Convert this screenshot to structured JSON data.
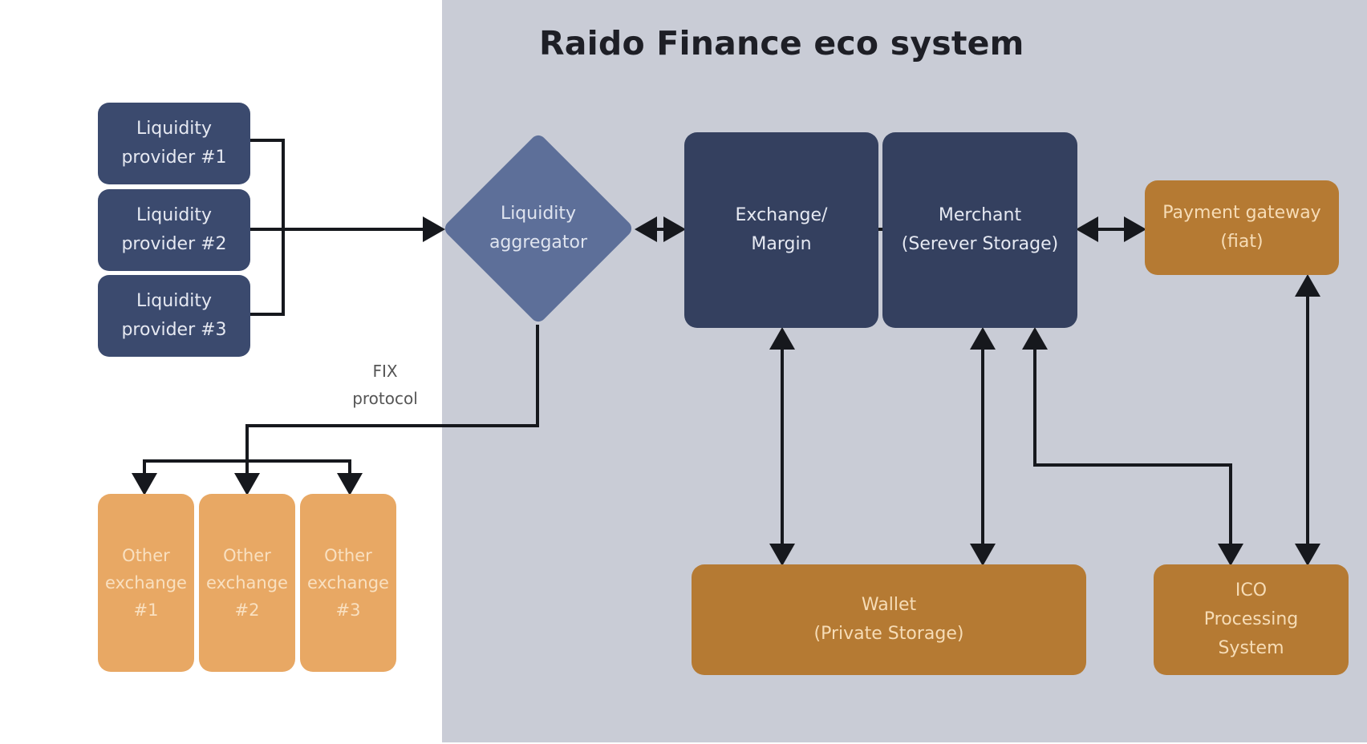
{
  "diagram": {
    "title": "Raido Finance eco system",
    "nodes": {
      "liquidity_provider_1": "Liquidity\nprovider #1",
      "liquidity_provider_2": "Liquidity\nprovider #2",
      "liquidity_provider_3": "Liquidity\nprovider #3",
      "liquidity_aggregator": "Liquidity\naggregator",
      "exchange_margin": "Exchange/\nMargin",
      "merchant": "Merchant\n(Serever Storage)",
      "payment_gateway": "Payment gateway\n(fiat)",
      "wallet": "Wallet\n(Private Storage)",
      "ico_processing": "ICO\nProcessing\nSystem",
      "other_exchange_1": "Other\nexchange\n#1",
      "other_exchange_2": "Other\nexchange\n#2",
      "other_exchange_3": "Other\nexchange\n#3"
    },
    "edge_labels": {
      "fix_protocol": "FIX\nprotocol"
    },
    "edges": [
      {
        "from": "liquidity_provider_1",
        "to": "liquidity_aggregator",
        "direction": "one-way"
      },
      {
        "from": "liquidity_provider_2",
        "to": "liquidity_aggregator",
        "direction": "one-way"
      },
      {
        "from": "liquidity_provider_3",
        "to": "liquidity_aggregator",
        "direction": "one-way"
      },
      {
        "from": "liquidity_aggregator",
        "to": "exchange_margin",
        "direction": "two-way"
      },
      {
        "from": "exchange_margin",
        "to": "merchant",
        "direction": "two-way"
      },
      {
        "from": "merchant",
        "to": "payment_gateway",
        "direction": "two-way"
      },
      {
        "from": "exchange_margin",
        "to": "wallet",
        "direction": "two-way"
      },
      {
        "from": "merchant",
        "to": "wallet",
        "direction": "two-way"
      },
      {
        "from": "merchant",
        "to": "ico_processing",
        "direction": "two-way"
      },
      {
        "from": "payment_gateway",
        "to": "ico_processing",
        "direction": "two-way"
      },
      {
        "from": "liquidity_aggregator",
        "to": "other_exchange_1",
        "direction": "one-way",
        "label": "FIX protocol"
      },
      {
        "from": "liquidity_aggregator",
        "to": "other_exchange_2",
        "direction": "one-way",
        "label": "FIX protocol"
      },
      {
        "from": "liquidity_aggregator",
        "to": "other_exchange_3",
        "direction": "one-way",
        "label": "FIX protocol"
      }
    ],
    "colors": {
      "panel_bg": "#c9ccd6",
      "navy": "#34405f",
      "aggregator": "#5d6f99",
      "orange": "#b57a33",
      "light_orange": "#e8a864",
      "connector": "#16181d"
    }
  }
}
